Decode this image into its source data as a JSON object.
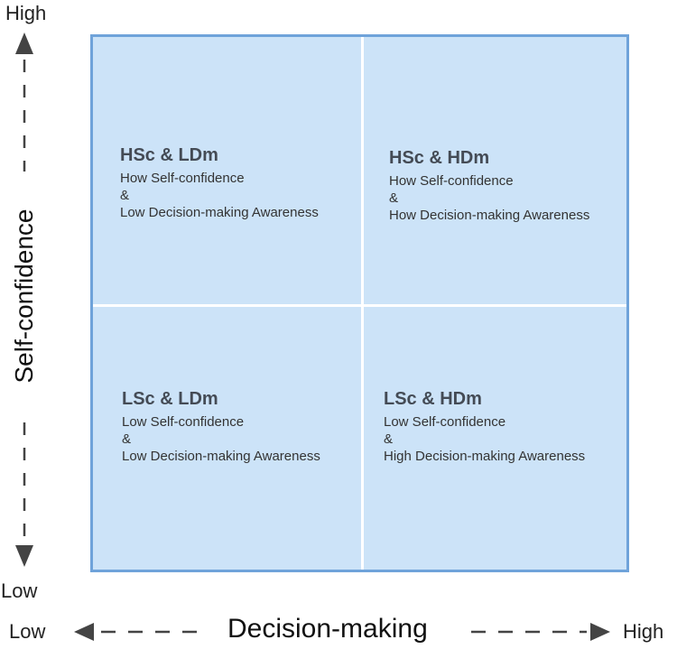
{
  "axes": {
    "y": {
      "label": "Self-confidence",
      "high": "High",
      "low": "Low"
    },
    "x": {
      "label": "Decision-making",
      "high": "High",
      "low": "Low"
    }
  },
  "quadrants": {
    "top_left": {
      "title": "HSc & LDm",
      "line1": "How Self-confidence",
      "line2": "&",
      "line3": "Low Decision-making Awareness"
    },
    "top_right": {
      "title": "HSc & HDm",
      "line1": "How Self-confidence",
      "line2": "&",
      "line3": "How Decision-making Awareness"
    },
    "bottom_left": {
      "title": "LSc & LDm",
      "line1": "Low Self-confidence",
      "line2": "&",
      "line3": "Low Decision-making Awareness"
    },
    "bottom_right": {
      "title": "LSc & HDm",
      "line1": "Low Self-confidence",
      "line2": "&",
      "line3": "High Decision-making Awareness"
    }
  },
  "colors": {
    "quadrant_fill": "#cce3f8",
    "quadrant_border": "#6fa3da",
    "divider": "#ffffff",
    "arrow": "#444444"
  }
}
